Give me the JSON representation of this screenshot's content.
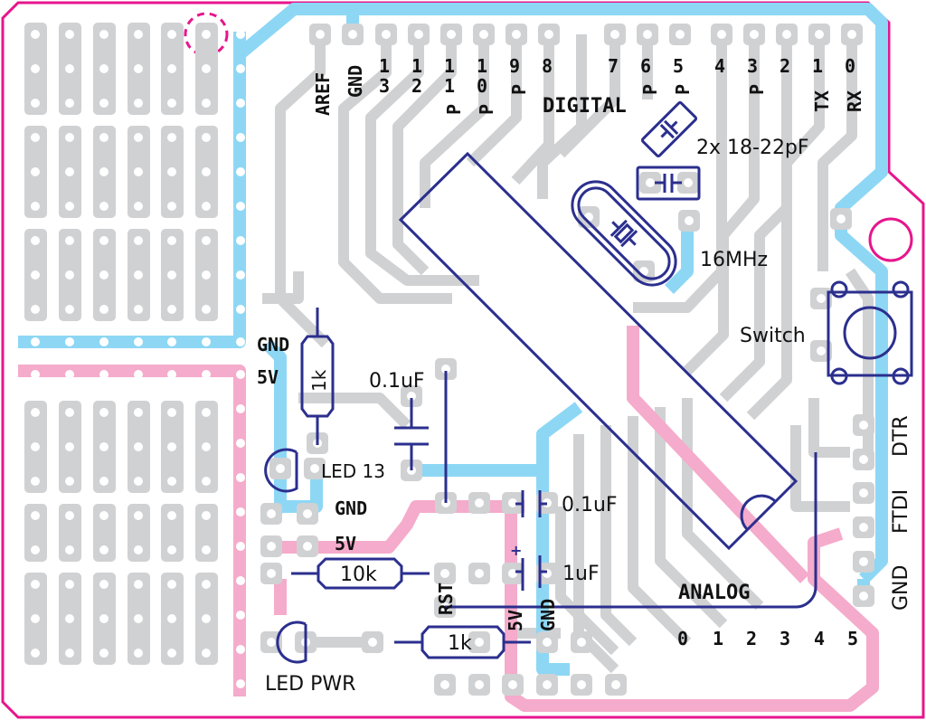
{
  "title": "Arduino protoshield PCB layout",
  "colors": {
    "board_outline": "#e6168c",
    "trace_gray": "#d0d1d3",
    "gnd_blue": "#8dd7f5",
    "vcc_pink": "#f5abcb",
    "silkscreen": "#2b2f8e",
    "text": "#111111"
  },
  "digital_header": {
    "section_label": "DIGITAL",
    "pins": [
      {
        "num": "AREF",
        "pwm": ""
      },
      {
        "num": "GND",
        "pwm": ""
      },
      {
        "num": "1",
        "num2": "3",
        "pwm": ""
      },
      {
        "num": "1",
        "num2": "2",
        "pwm": ""
      },
      {
        "num": "1",
        "num2": "1",
        "pwm": "P"
      },
      {
        "num": "1",
        "num2": "0",
        "pwm": "P"
      },
      {
        "num": "9",
        "pwm": "P"
      },
      {
        "num": "8",
        "pwm": ""
      },
      {
        "num": "7",
        "pwm": ""
      },
      {
        "num": "6",
        "pwm": "P"
      },
      {
        "num": "5",
        "pwm": "P"
      },
      {
        "num": "4",
        "pwm": ""
      },
      {
        "num": "3",
        "pwm": "P"
      },
      {
        "num": "2",
        "pwm": ""
      },
      {
        "num": "1",
        "pwm": "",
        "alt": "TX"
      },
      {
        "num": "0",
        "pwm": "",
        "alt": "RX"
      }
    ]
  },
  "analog_header": {
    "section_label": "ANALOG",
    "pins": [
      "0",
      "1",
      "2",
      "3",
      "4",
      "5"
    ]
  },
  "ftdi_header": {
    "labels": [
      "DTR",
      "FTDI",
      "GND"
    ]
  },
  "components": {
    "crystal_caps": "2x 18-22pF",
    "crystal": "16MHz",
    "switch": "Switch",
    "resistor_led13": "1k",
    "cap_decoupling_1": "0.1uF",
    "led13": "LED 13",
    "cap_decoupling_2": "0.1uF",
    "cap_1uf": "1uF",
    "cap_polarity": "+",
    "resistor_reset": "10k",
    "resistor_pwr": "1k",
    "led_pwr": "LED PWR"
  },
  "rails": {
    "gnd_label": "GND",
    "vcc_label": "5V",
    "gnd_label_2": "GND",
    "vcc_label_2": "5V",
    "rst_label": "RST",
    "vcc_label_3": "5V",
    "gnd_label_3": "GND"
  }
}
